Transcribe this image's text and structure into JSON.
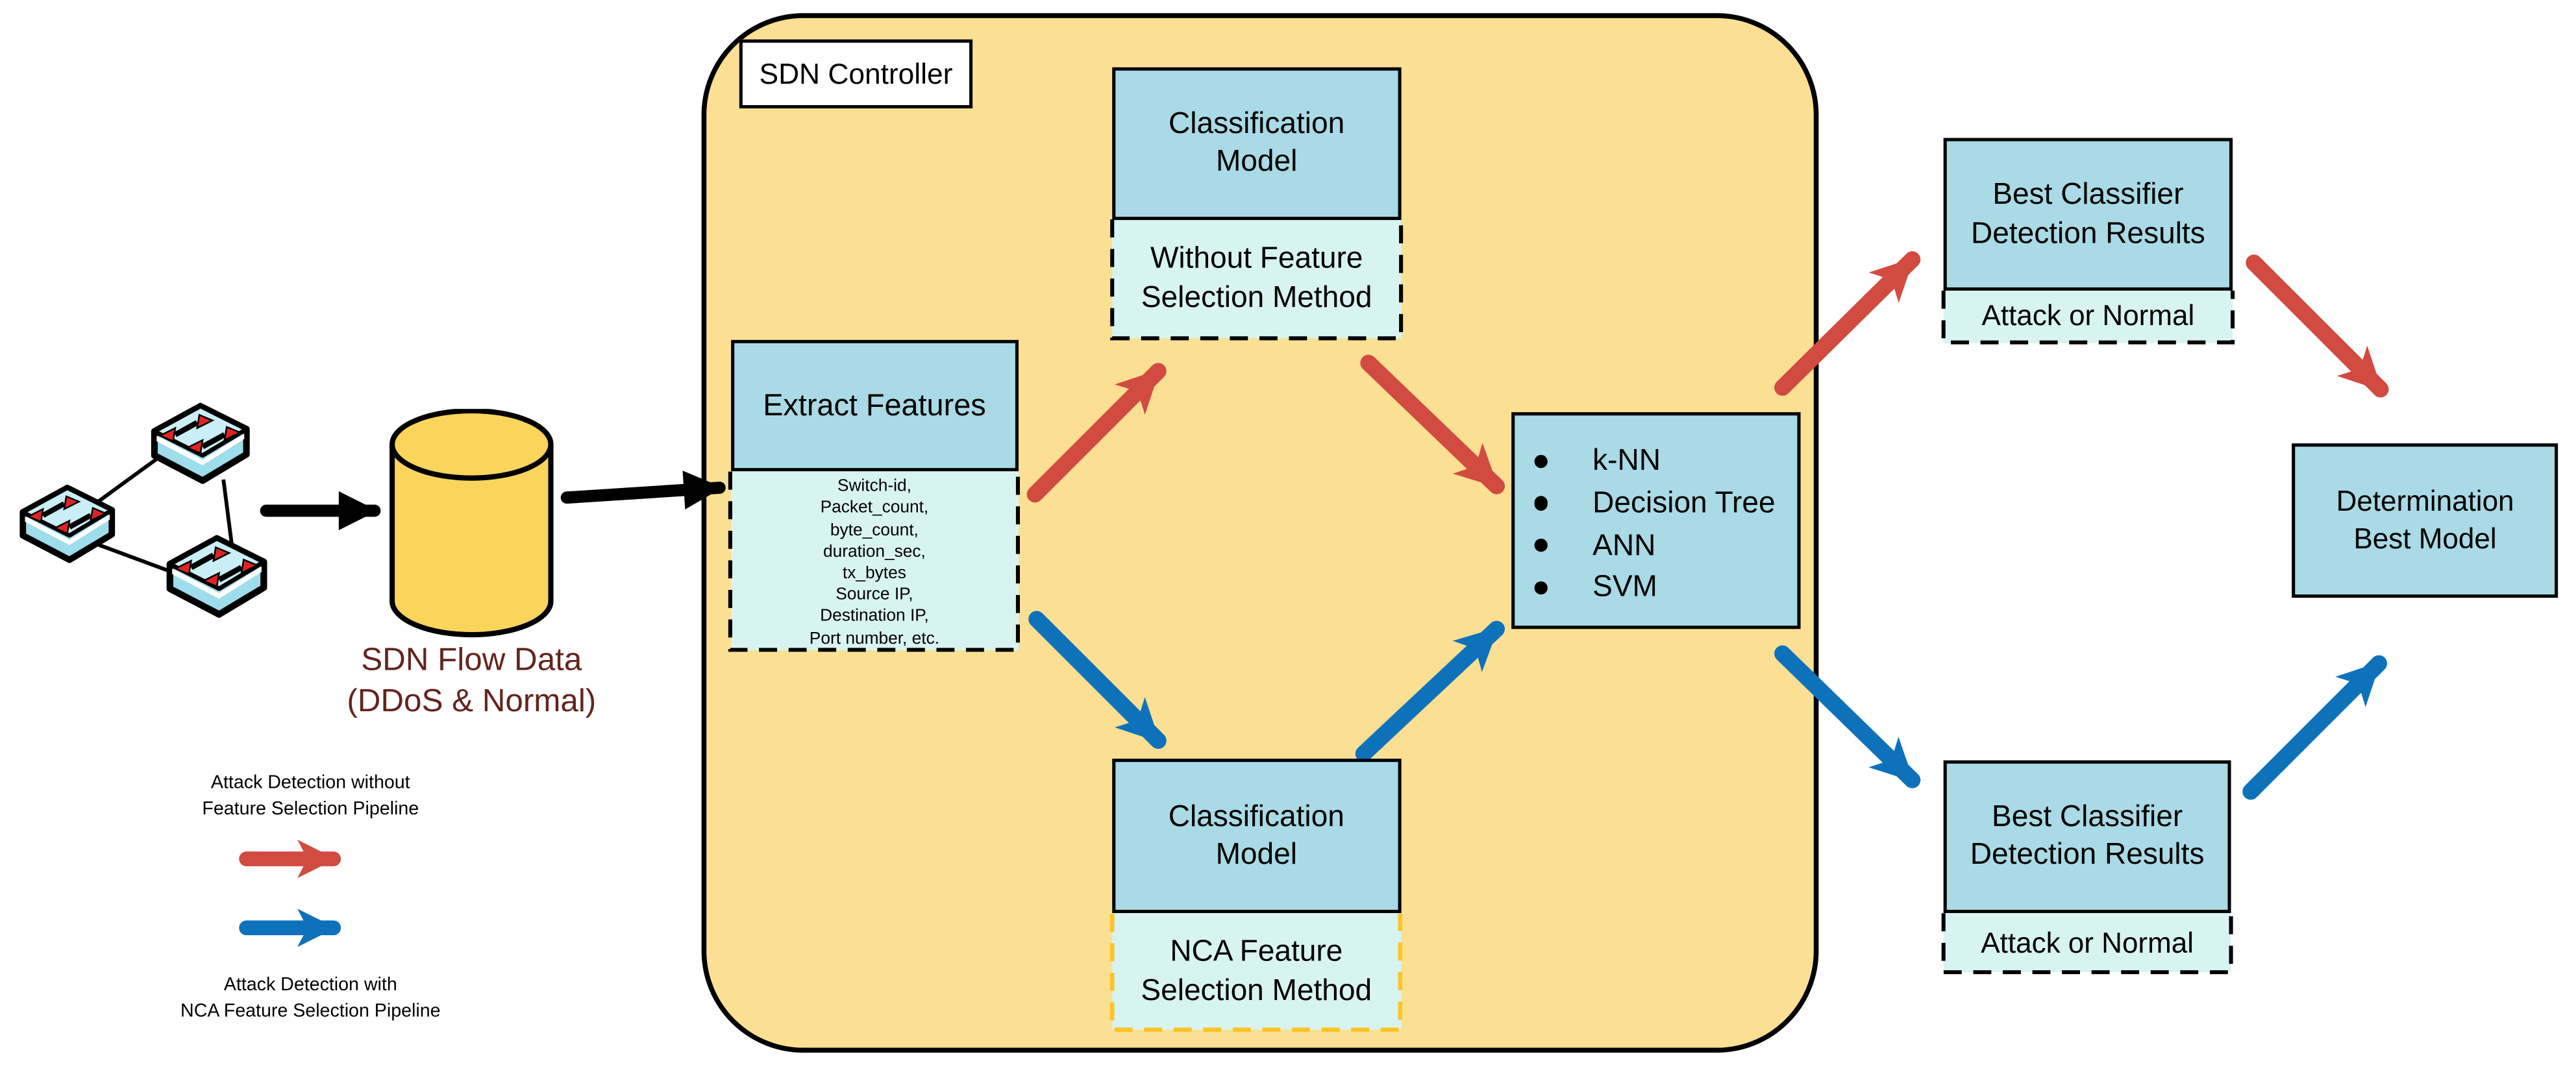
{
  "colors": {
    "container_yellow": "#FBDF93",
    "cylinder_gold": "#FBD45C",
    "box_blue": "#A9DAE6",
    "box_cyan": "#D8F4F0",
    "arrow_red": "#D14B41",
    "arrow_blue": "#0E72BB",
    "gold_dashed_border": "#FFC325",
    "flow_label_maroon": "#63241E",
    "outline_black": "#000000"
  },
  "icons": {
    "switch": "network-switch-icon",
    "database": "database-cylinder-icon",
    "black_arrow": "flow-arrow-icon",
    "red_arrow": "pipeline-without-fs-arrow",
    "blue_arrow": "pipeline-with-nca-arrow"
  },
  "network": {
    "flow_label": [
      "SDN Flow Data",
      "(DDoS & Normal)"
    ]
  },
  "legend": {
    "without": [
      "Attack Detection without",
      "Feature Selection Pipeline"
    ],
    "with_nca": [
      "Attack Detection with",
      "NCA Feature Selection Pipeline"
    ]
  },
  "controller": {
    "label": "SDN Controller"
  },
  "extract": {
    "title": "Extract Features",
    "features": [
      "Switch-id,",
      "Packet_count,",
      "byte_count,",
      "duration_sec,",
      "tx_bytes",
      "Source IP,",
      "Destination IP,",
      "Port number, etc."
    ]
  },
  "model_top": {
    "title": [
      "Classification",
      "Model"
    ],
    "method": [
      "Without Feature",
      "Selection Method"
    ]
  },
  "model_bottom": {
    "title": [
      "Classification",
      "Model"
    ],
    "method": [
      "NCA Feature",
      "Selection Method"
    ]
  },
  "classifiers": [
    "k-NN",
    "Decision Tree",
    "ANN",
    "SVM"
  ],
  "result_top": {
    "title": [
      "Best Classifier",
      "Detection Results"
    ],
    "label": "Attack or Normal"
  },
  "result_bottom": {
    "title": [
      "Best Classifier",
      "Detection Results"
    ],
    "label": "Attack or Normal"
  },
  "determination": {
    "title": [
      "Determination",
      "Best Model"
    ]
  }
}
